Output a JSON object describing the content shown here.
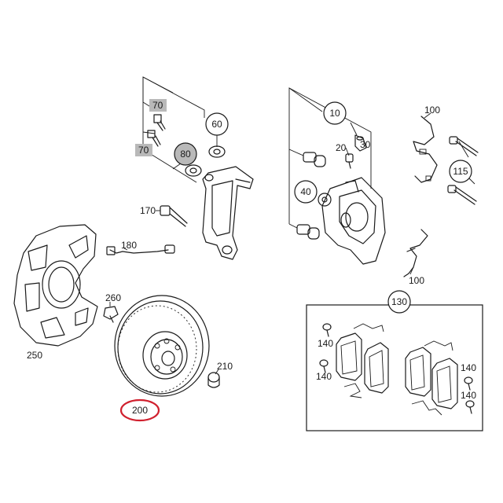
{
  "colors": {
    "background": "#ffffff",
    "line": "#1a1a1a",
    "highlight_box": "#b9b9b9",
    "highlight_ring": "#d0202e"
  },
  "labels": {
    "p70a": "70",
    "p70b": "70",
    "p60": "60",
    "p80": "80",
    "p10": "10",
    "p30": "30",
    "p20": "20",
    "p40": "40",
    "p100a": "100",
    "p115": "115",
    "p100b": "100",
    "p170": "170",
    "p180": "180",
    "p260": "260",
    "p250": "250",
    "p210": "210",
    "p200": "200",
    "p130": "130",
    "p140a": "140",
    "p140b": "140",
    "p140c": "140",
    "p140d": "140"
  },
  "selected_part": "200"
}
